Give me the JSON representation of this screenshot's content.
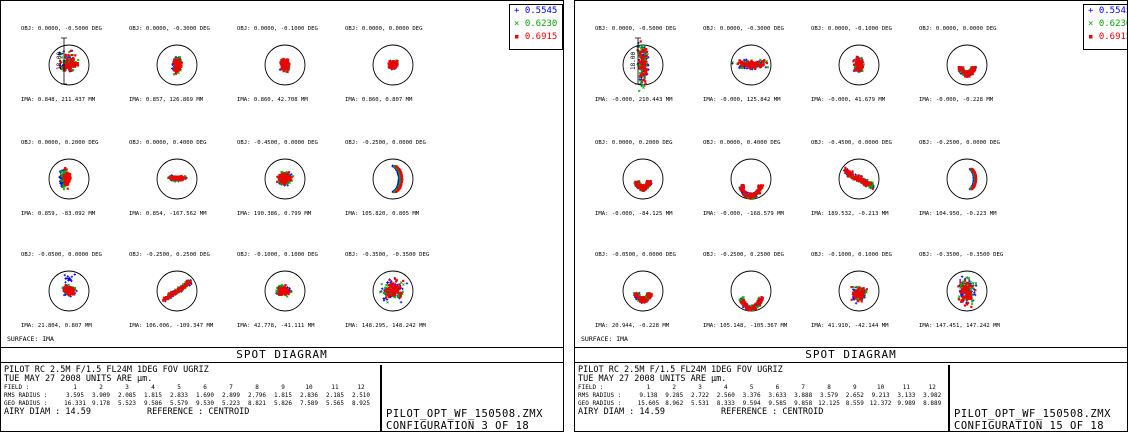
{
  "legend": [
    {
      "symbol": "+",
      "value": "0.5545",
      "color": "#0000ee"
    },
    {
      "symbol": "×",
      "value": "0.6230",
      "color": "#00aa00"
    },
    {
      "symbol": "▪",
      "value": "0.6915",
      "color": "#ee0000"
    }
  ],
  "scale_label": "18.00",
  "surface_label": "SURFACE: IMA",
  "diagram_title": "SPOT DIAGRAM",
  "panels": [
    {
      "id": "left",
      "info_line1": "PILOT RC 2.5M F/1.5 FL24M 1DEG FOV UGRIZ",
      "info_line2": "TUE MAY 27 2008  UNITS ARE µm.",
      "field_label": "FIELD   :",
      "fields": [
        "1",
        "2",
        "3",
        "4",
        "5",
        "6",
        "7",
        "8",
        "9",
        "10",
        "11",
        "12"
      ],
      "rms_label": "RMS RADIUS :",
      "rms": [
        "3.595",
        "3.909",
        "2.085",
        "1.815",
        "2.833",
        "1.690",
        "2.899",
        "2.796",
        "1.815",
        "2.836",
        "2.185",
        "2.510"
      ],
      "geo_label": "GEO RADIUS :",
      "geo": [
        "16.331",
        "9.178",
        "5.523",
        "9.586",
        "5.579",
        "9.530",
        "5.223",
        "8.821",
        "5.826",
        "7.589",
        "5.565",
        "8.925"
      ],
      "airy": "AIRY DIAM    :      14.59",
      "reference": "REFERENCE   : CENTROID",
      "filename": "PILOT_OPT_WF_150508.ZMX",
      "configuration": "CONFIGURATION 3 OF 18",
      "cells": [
        {
          "obj": "OBJ: 0.0000, -0.5000 DEG",
          "ima": "IMA: 0.848, 211.437 MM",
          "shape": "comet"
        },
        {
          "obj": "OBJ: 0.0000, -0.3000 DEG",
          "ima": "IMA: 0.857, 126.869 MM",
          "shape": "blobTall"
        },
        {
          "obj": "OBJ: 0.0000, -0.1000 DEG",
          "ima": "IMA: 0.860, 42.708 MM",
          "shape": "blob"
        },
        {
          "obj": "OBJ: 0.0000, 0.0000 DEG",
          "ima": "IMA: 0.860, 0.807 MM",
          "shape": "dot"
        },
        {
          "obj": "OBJ: 0.0000, 0.2000 DEG",
          "ima": "IMA: 0.859, -83.092 MM",
          "shape": "blobArc"
        },
        {
          "obj": "OBJ: 0.0000, 0.4000 DEG",
          "ima": "IMA: 0.854, -167.562 MM",
          "shape": "flat"
        },
        {
          "obj": "OBJ: -0.4500, 0.0000 DEG",
          "ima": "IMA: 190.386, 0.799 MM",
          "shape": "wedge"
        },
        {
          "obj": "OBJ: -0.2500, 0.0000 DEG",
          "ima": "IMA: 105.820, 0.805 MM",
          "shape": "arcRight"
        },
        {
          "obj": "OBJ: -0.0500, 0.0000 DEG",
          "ima": "IMA: 21.804, 0.807 MM",
          "shape": "dotArc"
        },
        {
          "obj": "OBJ: -0.2500, 0.2500 DEG",
          "ima": "IMA: 106.006, -109.347 MM",
          "shape": "diag"
        },
        {
          "obj": "OBJ: -0.1000, 0.1000 DEG",
          "ima": "IMA: 42.778, -41.111 MM",
          "shape": "blobLeft"
        },
        {
          "obj": "OBJ: -0.3500, -0.3500 DEG",
          "ima": "IMA: 148.295, 148.242 MM",
          "shape": "scatter"
        }
      ]
    },
    {
      "id": "right",
      "info_line1": "PILOT RC 2.5M F/1.5 FL24M 1DEG FOV UGRIZ",
      "info_line2": "TUE MAY 27 2008  UNITS ARE µm.",
      "field_label": "FIELD   :",
      "fields": [
        "1",
        "2",
        "3",
        "4",
        "5",
        "6",
        "7",
        "8",
        "9",
        "10",
        "11",
        "12"
      ],
      "rms_label": "RMS RADIUS :",
      "rms": [
        "9.138",
        "9.285",
        "2.722",
        "2.560",
        "3.376",
        "3.633",
        "3.888",
        "3.579",
        "2.652",
        "9.213",
        "3.133",
        "3.982"
      ],
      "geo_label": "GEO RADIUS :",
      "geo": [
        "15.605",
        "8.962",
        "5.531",
        "8.333",
        "9.594",
        "9.585",
        "9.858",
        "12.125",
        "8.559",
        "12.372",
        "9.989",
        "8.889"
      ],
      "airy": "AIRY DIAM    :      14.59",
      "reference": "REFERENCE   : CENTROID",
      "filename": "PILOT_OPT_WF_150508.ZMX",
      "configuration": "CONFIGURATION 15 OF 18",
      "cells": [
        {
          "obj": "OBJ: 0.0000, -0.5000 DEG",
          "ima": "IMA: -0.000, 210.443 MM",
          "shape": "vertTall"
        },
        {
          "obj": "OBJ: 0.0000, -0.3000 DEG",
          "ima": "IMA: -0.000, 125.842 MM",
          "shape": "ellipseWide"
        },
        {
          "obj": "OBJ: 0.0000, -0.1000 DEG",
          "ima": "IMA: -0.000, 41.679 MM",
          "shape": "blobTall"
        },
        {
          "obj": "OBJ: 0.0000, 0.0000 DEG",
          "ima": "IMA: -0.000, -0.228 MM",
          "shape": "ringDown"
        },
        {
          "obj": "OBJ: 0.0000, 0.2000 DEG",
          "ima": "IMA: -0.000, -84.125 MM",
          "shape": "ringDown"
        },
        {
          "obj": "OBJ: 0.0000, 0.4000 DEG",
          "ima": "IMA: -0.000, -168.579 MM",
          "shape": "ringDown2"
        },
        {
          "obj": "OBJ: -0.4500, 0.0000 DEG",
          "ima": "IMA: 189.532, -0.213 MM",
          "shape": "diag2"
        },
        {
          "obj": "OBJ: -0.2500, 0.0000 DEG",
          "ima": "IMA: 104.950, -0.223 MM",
          "shape": "arcRight2"
        },
        {
          "obj": "OBJ: -0.0500, 0.0000 DEG",
          "ima": "IMA: 20.944, -0.228 MM",
          "shape": "ringDown"
        },
        {
          "obj": "OBJ: -0.2500, 0.2500 DEG",
          "ima": "IMA: 105.148, -105.367 MM",
          "shape": "ringDown2"
        },
        {
          "obj": "OBJ: -0.1000, 0.1000 DEG",
          "ima": "IMA: 41.910, -42.144 MM",
          "shape": "blobDown"
        },
        {
          "obj": "OBJ: -0.3500, -0.3500 DEG",
          "ima": "IMA: 147.451, 147.242 MM",
          "shape": "scatter2"
        }
      ]
    }
  ]
}
